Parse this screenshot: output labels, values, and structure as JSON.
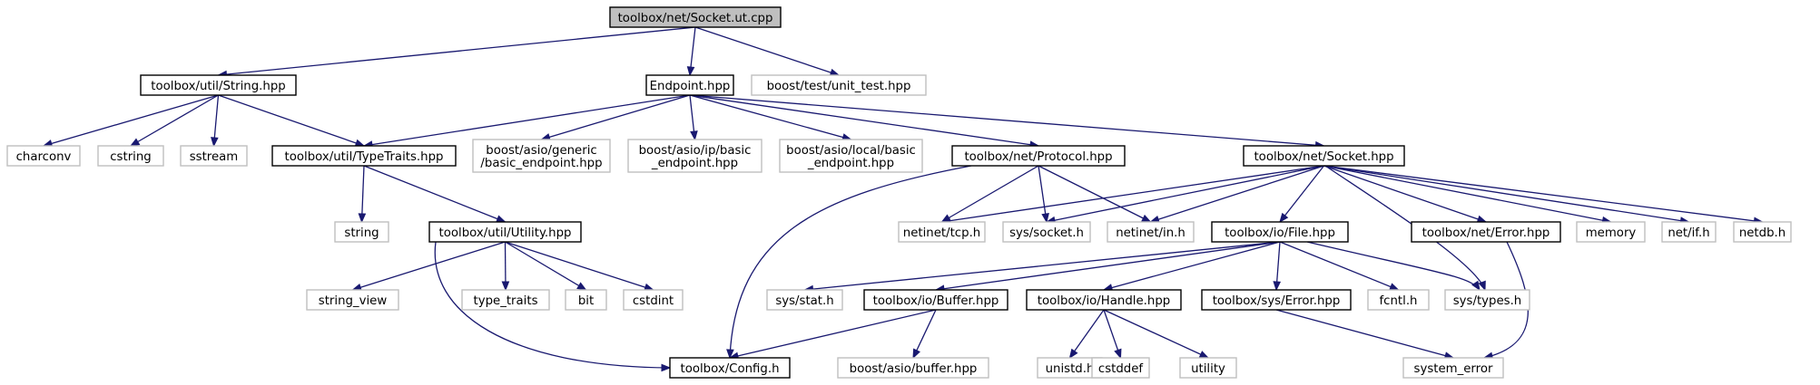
{
  "diagram": {
    "nodes": [
      {
        "id": "socket_ut",
        "lines": [
          "toolbox/net/Socket.ut.cpp"
        ],
        "kind": "root"
      },
      {
        "id": "string_hpp",
        "lines": [
          "toolbox/util/String.hpp"
        ],
        "kind": "local"
      },
      {
        "id": "endpoint_hpp",
        "lines": [
          "Endpoint.hpp"
        ],
        "kind": "local"
      },
      {
        "id": "unit_test",
        "lines": [
          "boost/test/unit_test.hpp"
        ],
        "kind": "external"
      },
      {
        "id": "charconv",
        "lines": [
          "charconv"
        ],
        "kind": "external"
      },
      {
        "id": "cstring",
        "lines": [
          "cstring"
        ],
        "kind": "external"
      },
      {
        "id": "sstream",
        "lines": [
          "sstream"
        ],
        "kind": "external"
      },
      {
        "id": "typetraits_hpp",
        "lines": [
          "toolbox/util/TypeTraits.hpp"
        ],
        "kind": "local"
      },
      {
        "id": "generic_ep",
        "lines": [
          "boost/asio/generic",
          "/basic_endpoint.hpp"
        ],
        "kind": "external"
      },
      {
        "id": "ip_ep",
        "lines": [
          "boost/asio/ip/basic",
          "_endpoint.hpp"
        ],
        "kind": "external"
      },
      {
        "id": "local_ep",
        "lines": [
          "boost/asio/local/basic",
          "_endpoint.hpp"
        ],
        "kind": "external"
      },
      {
        "id": "protocol_hpp",
        "lines": [
          "toolbox/net/Protocol.hpp"
        ],
        "kind": "local"
      },
      {
        "id": "socket_hpp",
        "lines": [
          "toolbox/net/Socket.hpp"
        ],
        "kind": "local"
      },
      {
        "id": "string",
        "lines": [
          "string"
        ],
        "kind": "external"
      },
      {
        "id": "utility_hpp",
        "lines": [
          "toolbox/util/Utility.hpp"
        ],
        "kind": "local"
      },
      {
        "id": "tcp_h",
        "lines": [
          "netinet/tcp.h"
        ],
        "kind": "external"
      },
      {
        "id": "socket_h",
        "lines": [
          "sys/socket.h"
        ],
        "kind": "external"
      },
      {
        "id": "in_h",
        "lines": [
          "netinet/in.h"
        ],
        "kind": "external"
      },
      {
        "id": "file_hpp",
        "lines": [
          "toolbox/io/File.hpp"
        ],
        "kind": "local"
      },
      {
        "id": "neterror_hpp",
        "lines": [
          "toolbox/net/Error.hpp"
        ],
        "kind": "local"
      },
      {
        "id": "memory",
        "lines": [
          "memory"
        ],
        "kind": "external"
      },
      {
        "id": "if_h",
        "lines": [
          "net/if.h"
        ],
        "kind": "external"
      },
      {
        "id": "netdb_h",
        "lines": [
          "netdb.h"
        ],
        "kind": "external"
      },
      {
        "id": "string_view",
        "lines": [
          "string_view"
        ],
        "kind": "external"
      },
      {
        "id": "type_traits",
        "lines": [
          "type_traits"
        ],
        "kind": "external"
      },
      {
        "id": "bit",
        "lines": [
          "bit"
        ],
        "kind": "external"
      },
      {
        "id": "cstdint",
        "lines": [
          "cstdint"
        ],
        "kind": "external"
      },
      {
        "id": "stat_h",
        "lines": [
          "sys/stat.h"
        ],
        "kind": "external"
      },
      {
        "id": "buffer_hpp",
        "lines": [
          "toolbox/io/Buffer.hpp"
        ],
        "kind": "local"
      },
      {
        "id": "handle_hpp",
        "lines": [
          "toolbox/io/Handle.hpp"
        ],
        "kind": "local"
      },
      {
        "id": "syserror_hpp",
        "lines": [
          "toolbox/sys/Error.hpp"
        ],
        "kind": "local"
      },
      {
        "id": "fcntl_h",
        "lines": [
          "fcntl.h"
        ],
        "kind": "external"
      },
      {
        "id": "types_h",
        "lines": [
          "sys/types.h"
        ],
        "kind": "external"
      },
      {
        "id": "config_h",
        "lines": [
          "toolbox/Config.h"
        ],
        "kind": "local"
      },
      {
        "id": "asio_buffer",
        "lines": [
          "boost/asio/buffer.hpp"
        ],
        "kind": "external"
      },
      {
        "id": "unistd_h",
        "lines": [
          "unistd.h"
        ],
        "kind": "external"
      },
      {
        "id": "cstddef",
        "lines": [
          "cstddef"
        ],
        "kind": "external"
      },
      {
        "id": "utility",
        "lines": [
          "utility"
        ],
        "kind": "external"
      },
      {
        "id": "system_error",
        "lines": [
          "system_error"
        ],
        "kind": "external"
      }
    ],
    "edges": [
      [
        "socket_ut",
        "string_hpp"
      ],
      [
        "socket_ut",
        "endpoint_hpp"
      ],
      [
        "socket_ut",
        "unit_test"
      ],
      [
        "string_hpp",
        "charconv"
      ],
      [
        "string_hpp",
        "cstring"
      ],
      [
        "string_hpp",
        "sstream"
      ],
      [
        "string_hpp",
        "typetraits_hpp"
      ],
      [
        "endpoint_hpp",
        "typetraits_hpp"
      ],
      [
        "endpoint_hpp",
        "generic_ep"
      ],
      [
        "endpoint_hpp",
        "ip_ep"
      ],
      [
        "endpoint_hpp",
        "local_ep"
      ],
      [
        "endpoint_hpp",
        "protocol_hpp"
      ],
      [
        "endpoint_hpp",
        "socket_hpp"
      ],
      [
        "typetraits_hpp",
        "string"
      ],
      [
        "typetraits_hpp",
        "utility_hpp"
      ],
      [
        "utility_hpp",
        "string_view"
      ],
      [
        "utility_hpp",
        "type_traits"
      ],
      [
        "utility_hpp",
        "bit"
      ],
      [
        "utility_hpp",
        "cstdint"
      ],
      [
        "utility_hpp",
        "config_h"
      ],
      [
        "protocol_hpp",
        "tcp_h"
      ],
      [
        "protocol_hpp",
        "socket_h"
      ],
      [
        "protocol_hpp",
        "in_h"
      ],
      [
        "protocol_hpp",
        "config_h"
      ],
      [
        "socket_hpp",
        "tcp_h"
      ],
      [
        "socket_hpp",
        "socket_h"
      ],
      [
        "socket_hpp",
        "in_h"
      ],
      [
        "socket_hpp",
        "file_hpp"
      ],
      [
        "socket_hpp",
        "types_h"
      ],
      [
        "socket_hpp",
        "neterror_hpp"
      ],
      [
        "socket_hpp",
        "memory"
      ],
      [
        "socket_hpp",
        "if_h"
      ],
      [
        "socket_hpp",
        "netdb_h"
      ],
      [
        "file_hpp",
        "stat_h"
      ],
      [
        "file_hpp",
        "buffer_hpp"
      ],
      [
        "file_hpp",
        "handle_hpp"
      ],
      [
        "file_hpp",
        "syserror_hpp"
      ],
      [
        "file_hpp",
        "fcntl_h"
      ],
      [
        "file_hpp",
        "types_h"
      ],
      [
        "neterror_hpp",
        "system_error"
      ],
      [
        "buffer_hpp",
        "config_h"
      ],
      [
        "buffer_hpp",
        "asio_buffer"
      ],
      [
        "handle_hpp",
        "unistd_h"
      ],
      [
        "handle_hpp",
        "cstddef"
      ],
      [
        "handle_hpp",
        "utility"
      ],
      [
        "syserror_hpp",
        "system_error"
      ]
    ],
    "colors": {
      "edge": "#191970",
      "local_border": "#000000",
      "external_border": "#bfbfbf",
      "root_fill": "#bfbfbf"
    }
  }
}
